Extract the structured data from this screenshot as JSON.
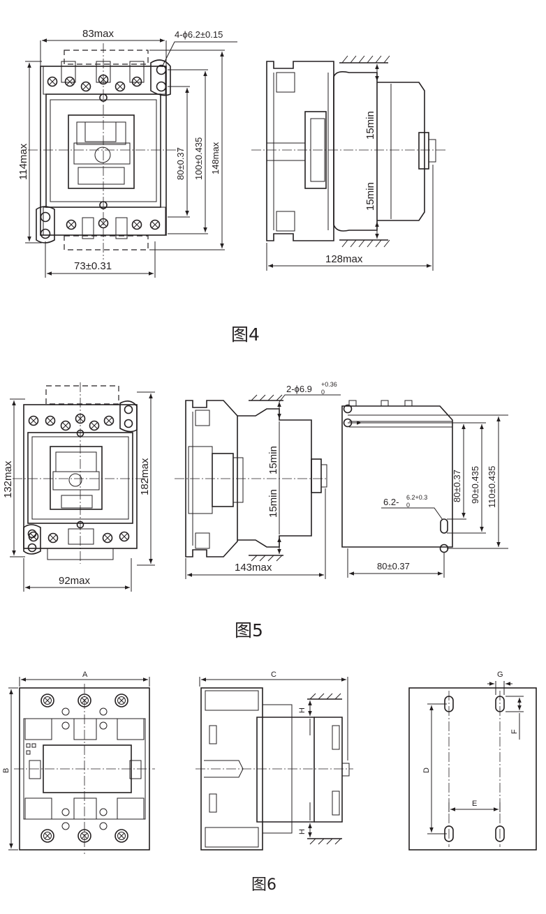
{
  "figure4": {
    "caption": "图4",
    "dims": {
      "width_max": "83max",
      "holes": "4-ϕ6.2±0.15",
      "height_max": "114max",
      "d80": "80±0.37",
      "d100": "100±0.435",
      "d148": "148max",
      "mount_width": "73±0.31",
      "clear_top": "15min",
      "clear_bottom": "15min",
      "depth_max": "128max"
    }
  },
  "figure5": {
    "caption": "图5",
    "dims": {
      "holes_prefix": "2-ϕ6.9",
      "holes_tol_upper": "+0.36",
      "holes_tol_lower": "0",
      "height_max": "132max",
      "overall_max": "182max",
      "width_max": "92max",
      "clear_top": "15min",
      "clear_bottom": "15min",
      "depth_max": "143max",
      "slot_prefix": "6.2-",
      "slot_tol_upper": "6.2+0.3",
      "slot_tol_lower": "0",
      "d80": "80±0.37",
      "d90": "90±0.435",
      "d110": "110±0.435",
      "mount_width": "80±0.37"
    }
  },
  "figure6": {
    "caption": "图6",
    "letters": {
      "A": "A",
      "B": "B",
      "C": "C",
      "H_top": "H",
      "H_bottom": "H",
      "D": "D",
      "E": "E",
      "F": "F",
      "G": "G"
    }
  }
}
